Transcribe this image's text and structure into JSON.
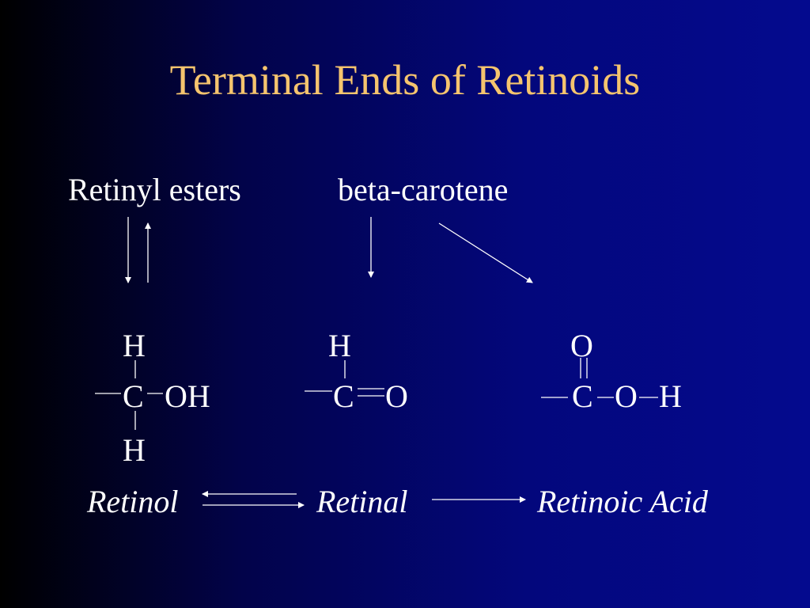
{
  "slide": {
    "title": "Terminal Ends of Retinoids",
    "colors": {
      "title": "#f5c46e",
      "text": "#ffffff",
      "background": "#03077c"
    }
  },
  "sources": {
    "retinyl_esters": "Retinyl esters",
    "beta_carotene": "beta-carotene"
  },
  "structures": {
    "retinol": {
      "top_h": "H",
      "carbon": "C",
      "group": "OH",
      "bottom_h": "H"
    },
    "retinal": {
      "top_h": "H",
      "carbon": "C",
      "oxygen": "O"
    },
    "retinoic_acid": {
      "top_o": "O",
      "carbon": "C",
      "oxygen": "O",
      "hydrogen": "H"
    }
  },
  "compounds": {
    "retinol": "Retinol",
    "retinal": "Retinal",
    "retinoic_acid": "Retinoic Acid"
  }
}
